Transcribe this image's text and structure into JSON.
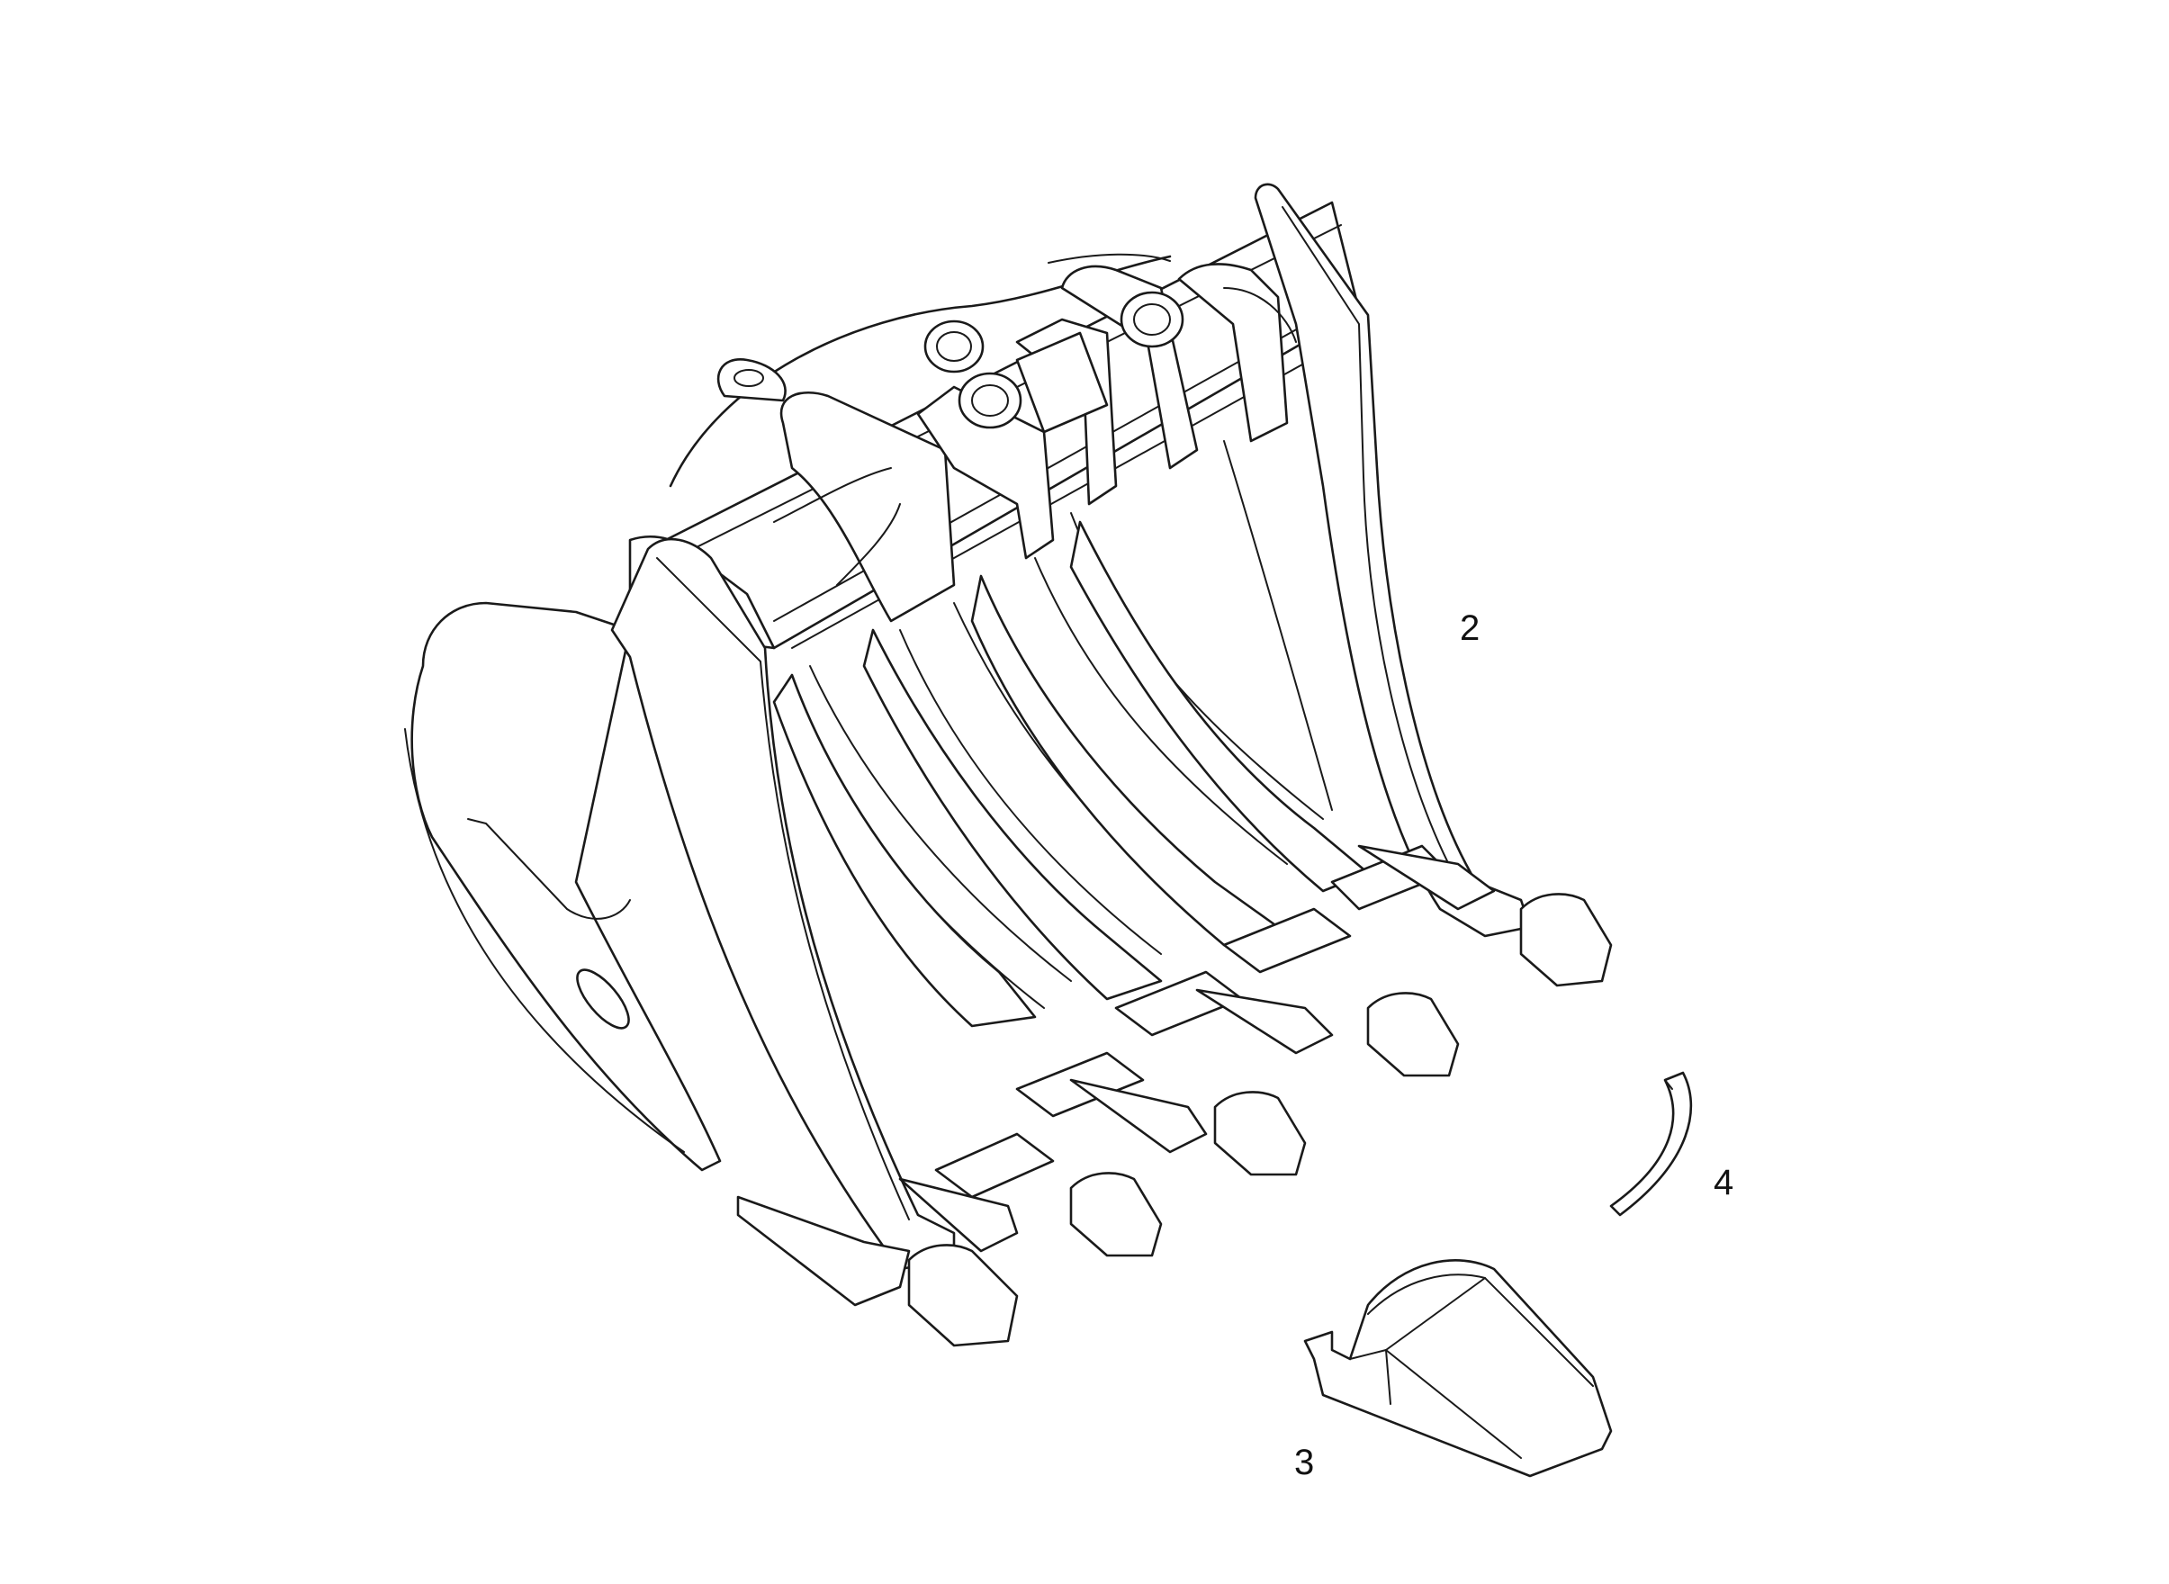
{
  "callouts": [
    {
      "id": "2",
      "label": "2"
    },
    {
      "id": "3",
      "label": "3"
    },
    {
      "id": "4",
      "label": "4"
    }
  ]
}
